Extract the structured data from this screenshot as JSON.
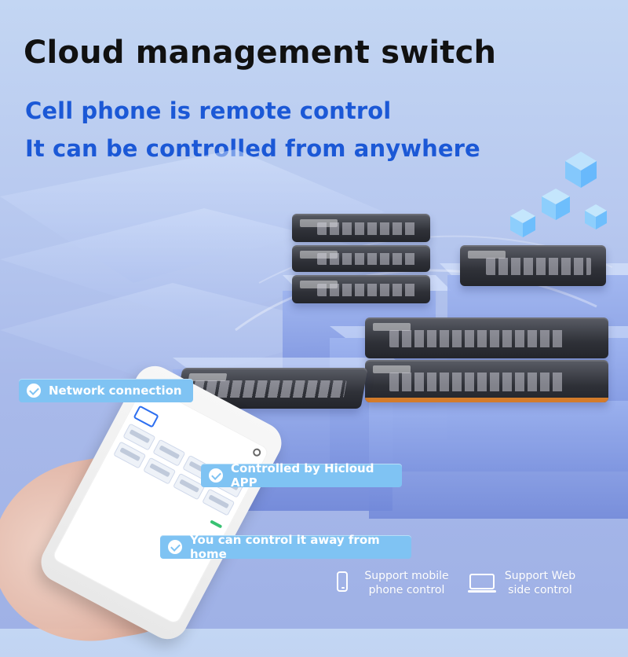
{
  "header": {
    "title": "Cloud management switch",
    "subtitle_1": "Cell phone is remote control",
    "subtitle_2": "It can be controlled from anywhere"
  },
  "badges": {
    "network": "Network connection",
    "app": "Controlled by Hicloud APP",
    "away": "You can control it away from home"
  },
  "support": {
    "mobile": "Support mobile\nphone control",
    "web": "Support Web\nside control"
  },
  "colors": {
    "title": "#111111",
    "subtitle": "#1b58d6",
    "badge_bg": "#7fc3f3",
    "badge_text": "#ffffff"
  }
}
